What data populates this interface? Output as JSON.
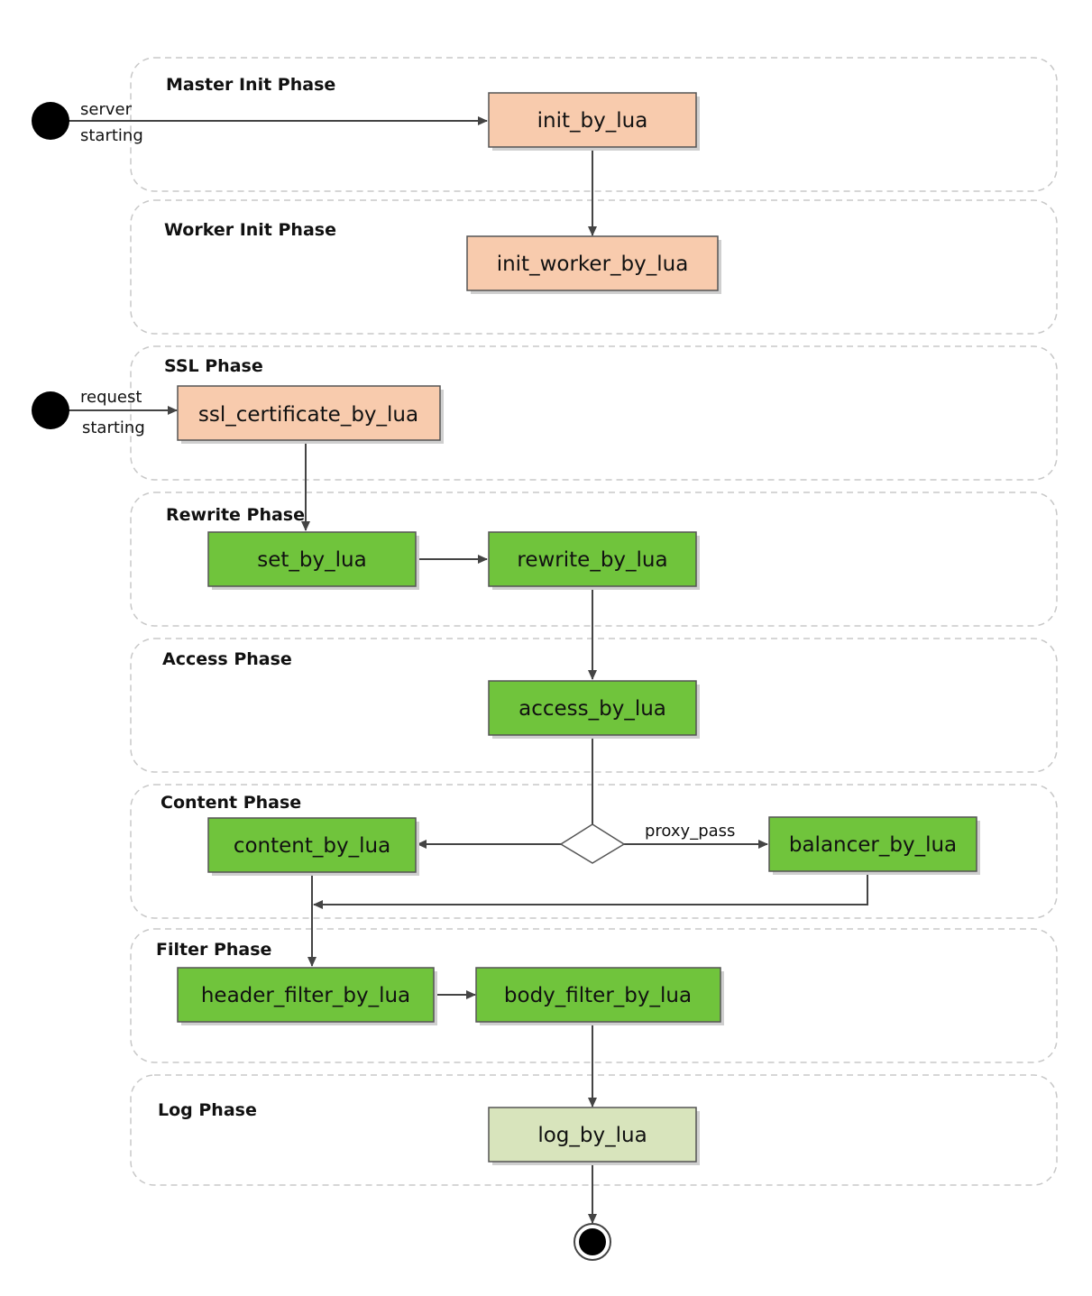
{
  "phases": [
    {
      "id": "master-init",
      "label": "Master Init Phase"
    },
    {
      "id": "worker-init",
      "label": "Worker Init Phase"
    },
    {
      "id": "ssl",
      "label": "SSL Phase"
    },
    {
      "id": "rewrite",
      "label": "Rewrite Phase"
    },
    {
      "id": "access",
      "label": "Access Phase"
    },
    {
      "id": "content",
      "label": "Content Phase"
    },
    {
      "id": "filter",
      "label": "Filter Phase"
    },
    {
      "id": "log",
      "label": "Log Phase"
    }
  ],
  "nodes": {
    "init_by_lua": "init_by_lua",
    "init_worker_by_lua": "init_worker_by_lua",
    "ssl_certificate_by_lua": "ssl_certificate_by_lua",
    "set_by_lua": "set_by_lua",
    "rewrite_by_lua": "rewrite_by_lua",
    "access_by_lua": "access_by_lua",
    "content_by_lua": "content_by_lua",
    "balancer_by_lua": "balancer_by_lua",
    "header_filter_by_lua": "header_filter_by_lua",
    "body_filter_by_lua": "body_filter_by_lua",
    "log_by_lua": "log_by_lua"
  },
  "edge_labels": {
    "server_line1": "server",
    "server_line2": "starting",
    "request_line1": "request",
    "request_line2": "starting",
    "proxy_pass": "proxy_pass"
  },
  "colors": {
    "init_nodes": "#f8cbad",
    "request_nodes": "#70c43c",
    "log_node": "#d8e4bc"
  }
}
